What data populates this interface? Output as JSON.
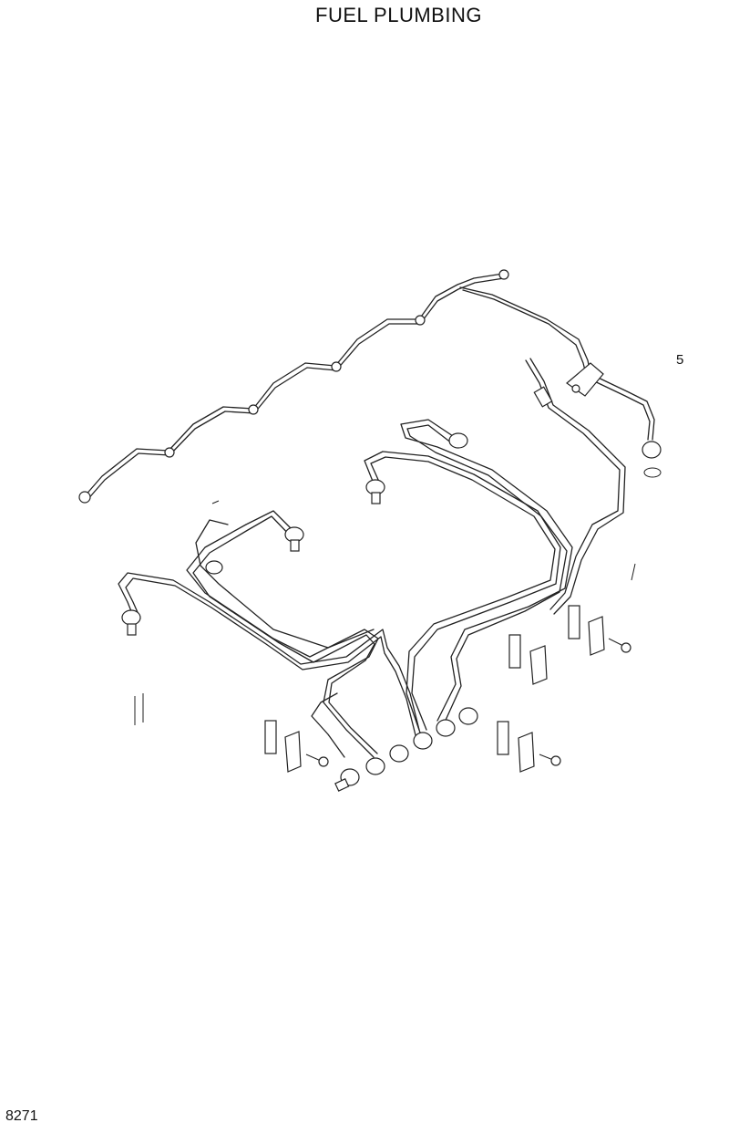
{
  "title": "FUEL PLUMBING",
  "callout_number": "5",
  "page_code": "8271"
}
